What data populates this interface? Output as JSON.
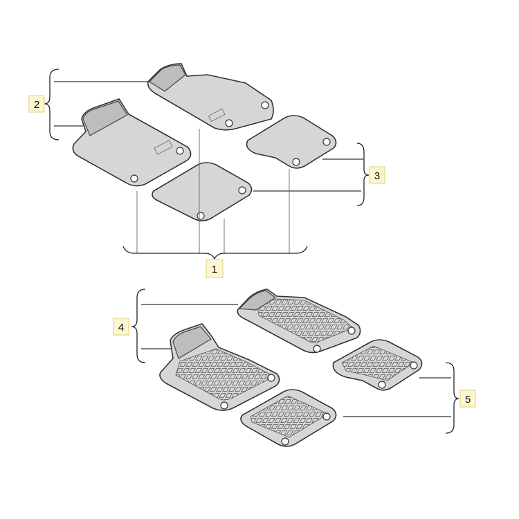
{
  "callouts": [
    {
      "id": "1",
      "label": "1"
    },
    {
      "id": "2",
      "label": "2"
    },
    {
      "id": "3",
      "label": "3"
    },
    {
      "id": "4",
      "label": "4"
    },
    {
      "id": "5",
      "label": "5"
    }
  ],
  "colors": {
    "callout_fill": "#fdf6cf",
    "callout_stroke": "#e0cf7a",
    "mat_fill": "#d6d6d6",
    "outline": "#333333"
  }
}
